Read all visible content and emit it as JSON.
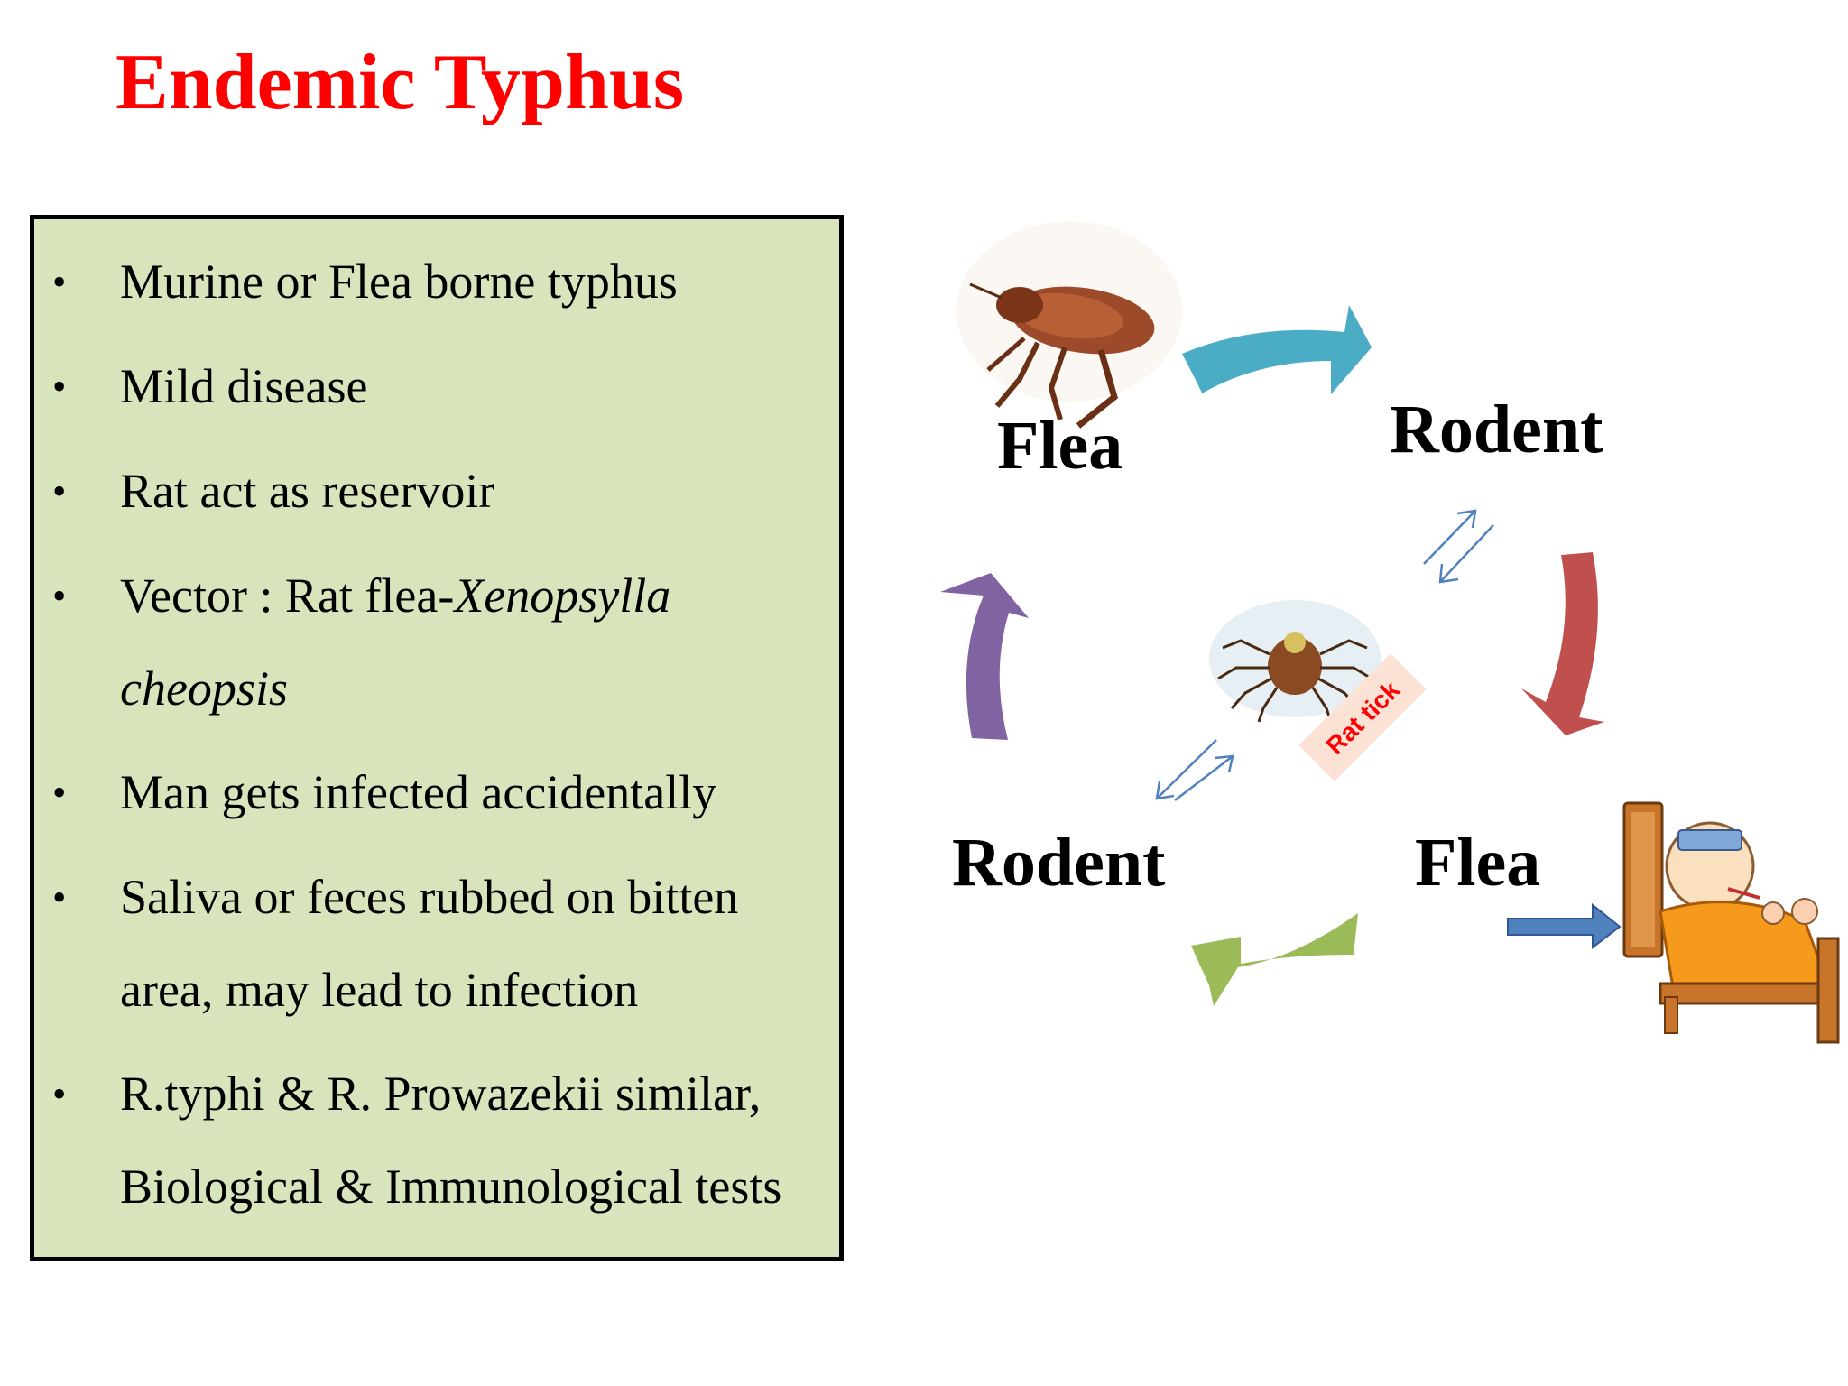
{
  "title": "Endemic Typhus",
  "bullets": [
    {
      "text": "Murine or Flea borne typhus"
    },
    {
      "text": "Mild disease"
    },
    {
      "text": "Rat act  as reservoir"
    },
    {
      "text": "Vector : Rat flea-",
      "italic": "Xenopsylla",
      "line2_italic": "cheopsis"
    },
    {
      "text": "Man gets infected accidentally"
    },
    {
      "text": "Saliva or feces rubbed on bitten",
      "line2": "area, may lead to infection"
    },
    {
      "text": "R.typhi  & R. Prowazekii  similar,",
      "line2": "Biological & Immunological tests"
    }
  ],
  "bullet_symbol": "•",
  "cycle": {
    "flea_top": "Flea",
    "rodent_top": "Rodent",
    "rodent_bottom": "Rodent",
    "flea_bottom": "Flea",
    "tick_label": "Rat tick"
  },
  "colors": {
    "title": "#ff0000",
    "box_bg": "#d8e4bc",
    "arrow_blue": "#4bacc6",
    "arrow_red": "#c0504d",
    "arrow_green": "#9bbb59",
    "arrow_purple": "#8064a2",
    "arrow_patient": "#4f81bd"
  },
  "icons": [
    "flea-icon",
    "tick-icon",
    "sick-patient-in-bed-icon"
  ]
}
